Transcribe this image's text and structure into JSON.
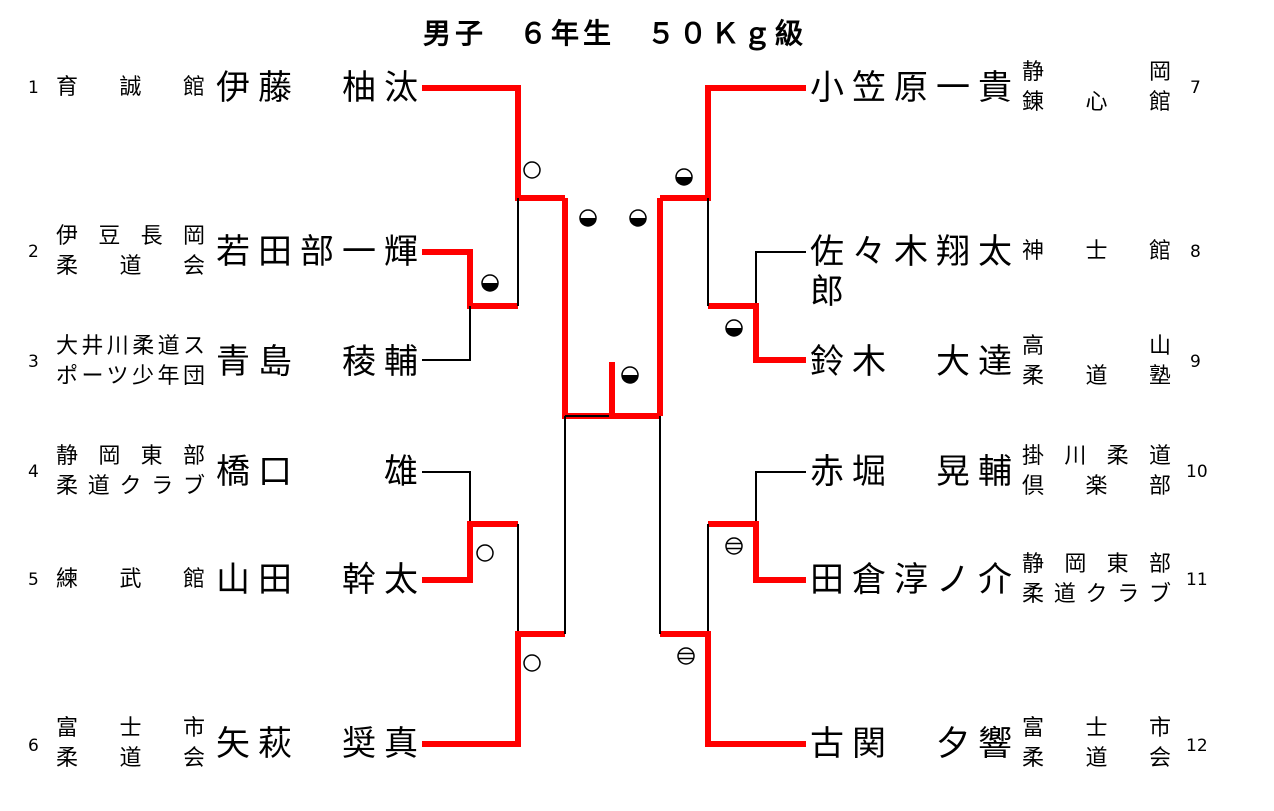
{
  "title": "男子　６年生　５０Ｋｇ級",
  "left_entries": [
    {
      "seed": "1",
      "club_lines": [
        "育　誠　館"
      ],
      "name": "伊藤　柚汰"
    },
    {
      "seed": "2",
      "club_lines": [
        "伊豆長岡",
        "柔　道　会"
      ],
      "name": "若田部一輝"
    },
    {
      "seed": "3",
      "club_lines": [
        "大井川柔道ス",
        "ポーツ少年団"
      ],
      "name": "青島　稜輔"
    },
    {
      "seed": "4",
      "club_lines": [
        "静岡東部",
        "柔道クラブ"
      ],
      "name": "橋口　　雄"
    },
    {
      "seed": "5",
      "club_lines": [
        "練　武　館"
      ],
      "name": "山田　幹太"
    },
    {
      "seed": "6",
      "club_lines": [
        "富　士　市",
        "柔　道　会"
      ],
      "name": "矢萩　奨真"
    }
  ],
  "right_entries": [
    {
      "seed": "7",
      "club_lines": [
        "静　　　岡",
        "錬　心　館"
      ],
      "name": "小笠原一貴"
    },
    {
      "seed": "8",
      "club_lines": [
        "神　士　館"
      ],
      "name": "佐々木翔太郎"
    },
    {
      "seed": "9",
      "club_lines": [
        "高　　　山",
        "柔　道　塾"
      ],
      "name": "鈴木　大達"
    },
    {
      "seed": "10",
      "club_lines": [
        "掛川柔道",
        "倶　楽　部"
      ],
      "name": "赤堀　晃輔"
    },
    {
      "seed": "11",
      "club_lines": [
        "静岡東部",
        "柔道クラブ"
      ],
      "name": "田倉淳ノ介"
    },
    {
      "seed": "12",
      "club_lines": [
        "富　士　市",
        "柔　道　会"
      ],
      "name": "古関　夕響"
    }
  ],
  "colors": {
    "winner_line": "#ff0000",
    "loser_line": "#000000"
  },
  "result_marks": [
    {
      "id": "L1",
      "symbol": "open-circle"
    },
    {
      "id": "L2",
      "symbol": "half-filled-circle"
    },
    {
      "id": "L3",
      "symbol": "half-filled-circle"
    },
    {
      "id": "L4",
      "symbol": "open-circle"
    },
    {
      "id": "L5",
      "symbol": "open-circle"
    },
    {
      "id": "R1",
      "symbol": "half-filled-circle"
    },
    {
      "id": "R2",
      "symbol": "half-filled-circle"
    },
    {
      "id": "R3",
      "symbol": "half-filled-circle"
    },
    {
      "id": "R4",
      "symbol": "striped-circle"
    },
    {
      "id": "R5",
      "symbol": "striped-circle"
    },
    {
      "id": "F",
      "symbol": "half-filled-circle"
    }
  ]
}
